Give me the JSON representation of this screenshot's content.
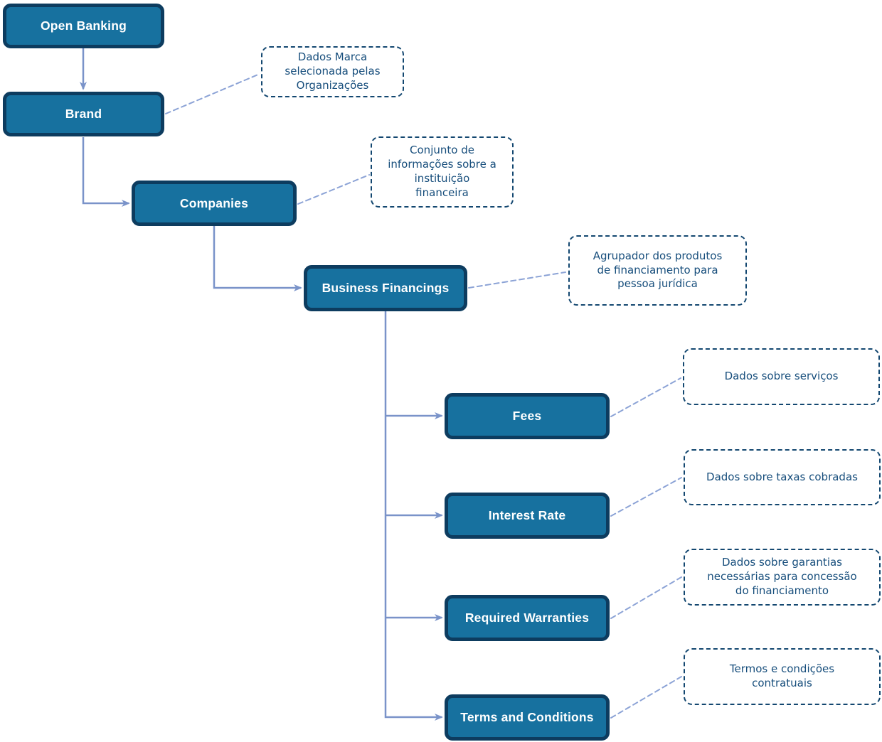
{
  "diagram": {
    "type": "hierarchy-flowchart",
    "colors": {
      "node_fill": "#17719F",
      "node_border": "#0D3C5F",
      "node_text": "#FFFFFF",
      "annotation_border": "#134770",
      "annotation_text": "#174E7C",
      "connector_solid": "#7A93C9",
      "connector_dashed": "#8CA3D6",
      "background": "#FFFFFF"
    },
    "nodes": {
      "open_banking": {
        "label": "Open Banking"
      },
      "brand": {
        "label": "Brand"
      },
      "companies": {
        "label": "Companies"
      },
      "business_financings": {
        "label": "Business Financings"
      },
      "fees": {
        "label": "Fees"
      },
      "interest_rate": {
        "label": "Interest Rate"
      },
      "required_warranties": {
        "label": "Required Warranties"
      },
      "terms_and_conditions": {
        "label": "Terms and Conditions"
      }
    },
    "edges": [
      {
        "from": "open_banking",
        "to": "brand"
      },
      {
        "from": "brand",
        "to": "companies"
      },
      {
        "from": "companies",
        "to": "business_financings"
      },
      {
        "from": "business_financings",
        "to": "fees"
      },
      {
        "from": "business_financings",
        "to": "interest_rate"
      },
      {
        "from": "business_financings",
        "to": "required_warranties"
      },
      {
        "from": "business_financings",
        "to": "terms_and_conditions"
      }
    ],
    "annotations": {
      "brand": {
        "text": "Dados Marca\nselecionada pelas\nOrganizações"
      },
      "companies": {
        "text": "Conjunto de\ninformações sobre a\ninstituição\nfinanceira"
      },
      "business_financings": {
        "text": "Agrupador dos produtos\nde financiamento para\npessoa jurídica"
      },
      "fees": {
        "text": "Dados sobre serviços"
      },
      "interest_rate": {
        "text": "Dados sobre taxas cobradas"
      },
      "required_warranties": {
        "text": "Dados sobre garantias\nnecessárias para concessão\ndo financiamento"
      },
      "terms_and_conditions": {
        "text": "Termos e condições\ncontratuais"
      }
    }
  }
}
